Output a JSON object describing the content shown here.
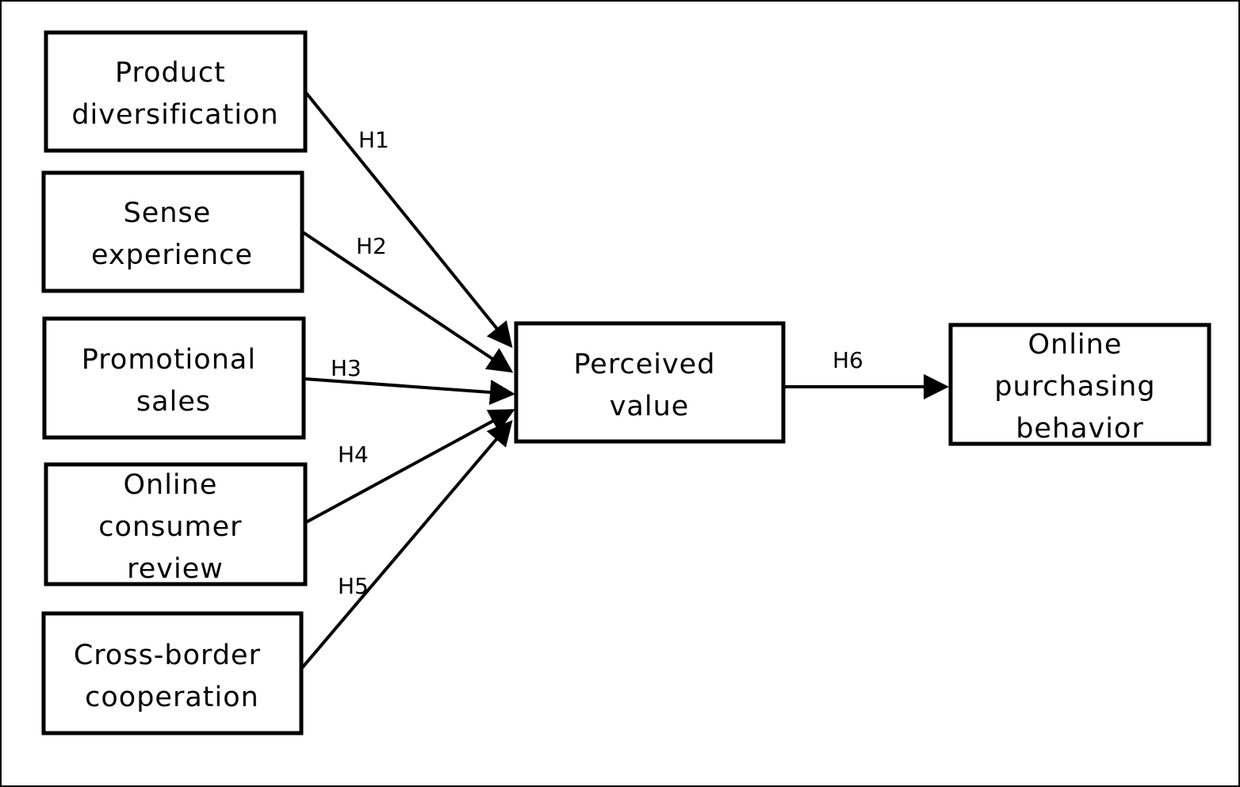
{
  "nodes": {
    "product_diversification": {
      "lines": [
        "Product",
        "diversification"
      ]
    },
    "sense_experience": {
      "lines": [
        "Sense",
        "experience"
      ]
    },
    "promotional_sales": {
      "lines": [
        "Promotional",
        "sales"
      ]
    },
    "online_consumer_review": {
      "lines": [
        "Online",
        "consumer",
        "review"
      ]
    },
    "cross_border_cooperation": {
      "lines": [
        "Cross-border",
        "cooperation"
      ]
    },
    "perceived_value": {
      "lines": [
        "Perceived",
        "value"
      ]
    },
    "online_purchasing_behavior": {
      "lines": [
        "Online",
        "purchasing",
        "behavior"
      ]
    }
  },
  "edges": {
    "h1": {
      "label": "H1",
      "from": "Product diversification",
      "to": "Perceived value"
    },
    "h2": {
      "label": "H2",
      "from": "Sense experience",
      "to": "Perceived value"
    },
    "h3": {
      "label": "H3",
      "from": "Promotional sales",
      "to": "Perceived value"
    },
    "h4": {
      "label": "H4",
      "from": "Online consumer review",
      "to": "Perceived value"
    },
    "h5": {
      "label": "H5",
      "from": "Cross-border cooperation",
      "to": "Perceived value"
    },
    "h6": {
      "label": "H6",
      "from": "Perceived value",
      "to": "Online purchasing behavior"
    }
  }
}
